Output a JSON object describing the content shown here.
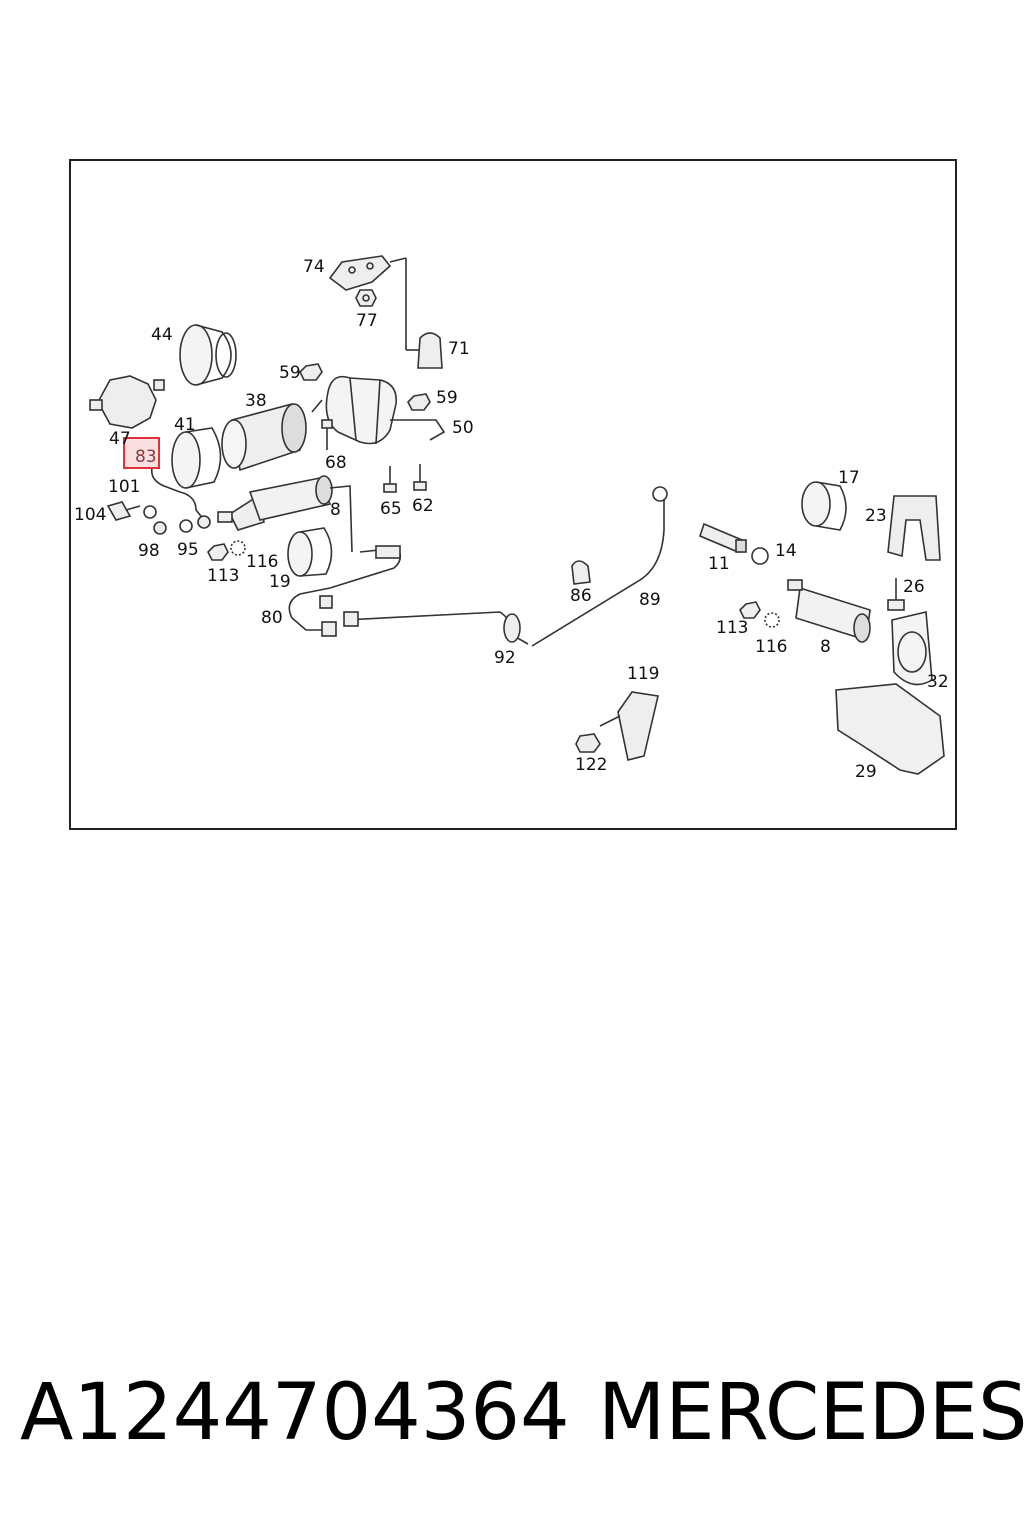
{
  "diagram": {
    "labels": {
      "l74": "74",
      "l77": "77",
      "l71": "71",
      "l44": "44",
      "l59a": "59",
      "l59b": "59",
      "l38": "38",
      "l50": "50",
      "l47": "47",
      "l41": "41",
      "l83": "83",
      "l68": "68",
      "l101": "101",
      "l104": "104",
      "l98": "98",
      "l95": "95",
      "l113a": "113",
      "l116a": "116",
      "l19": "19",
      "l8a": "8",
      "l65": "65",
      "l62": "62",
      "l80": "80",
      "l86": "86",
      "l89": "89",
      "l92": "92",
      "l17": "17",
      "l23": "23",
      "l11": "11",
      "l14": "14",
      "l26": "26",
      "l113b": "113",
      "l116b": "116",
      "l8b": "8",
      "l32": "32",
      "l119": "119",
      "l122": "122",
      "l29": "29"
    },
    "highlight_label": "83",
    "highlight_color": "#e0303a"
  },
  "footer": {
    "part_number": "A1244704364",
    "brand": "MERCEDES"
  }
}
